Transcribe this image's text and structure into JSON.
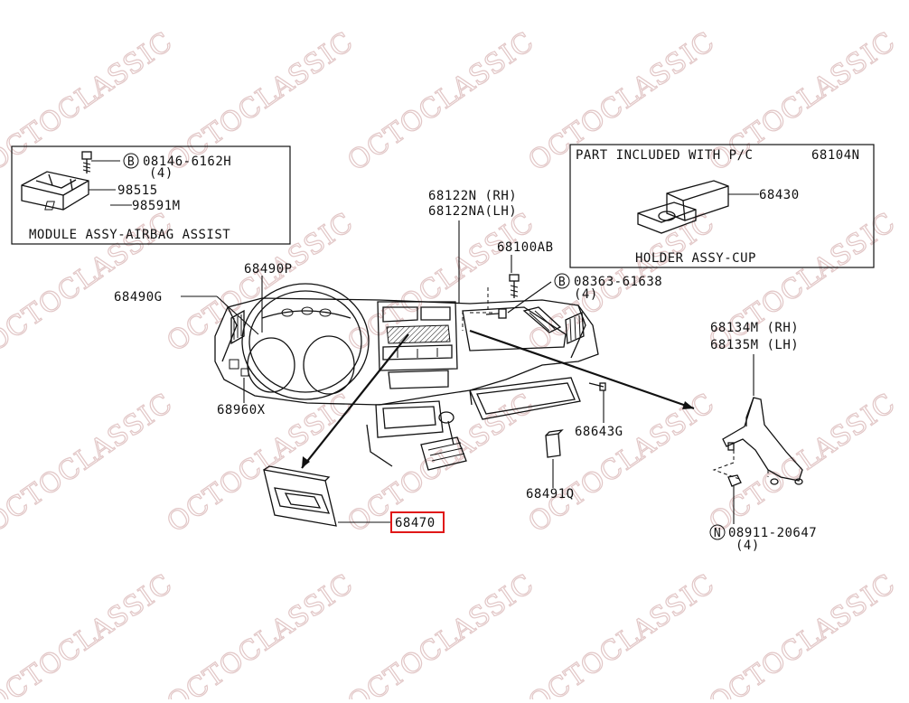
{
  "watermark": "OCTOCLASSIC",
  "colors": {
    "highlight": "#e01818",
    "watermark": "#e2c7c7",
    "ink": "#111111"
  },
  "inset_left": {
    "title": "MODULE ASSY-AIRBAG ASSIST",
    "bolt_circle": "B",
    "bolt_part": "08146-6162H",
    "bolt_qty": "(4)",
    "part_1": "98515",
    "part_2": "98591M"
  },
  "inset_right": {
    "header_left": "PART INCLUDED WITH P/C",
    "header_right": "68104N",
    "part": "68430",
    "title": "HOLDER ASSY-CUP"
  },
  "labels": {
    "p68490P": "68490P",
    "p68490G": "68490G",
    "p68960X": "68960X",
    "p68122N": "68122N (RH)",
    "p68122NA": "68122NA(LH)",
    "p68100AB": "68100AB",
    "screw_circle": "B",
    "screw_part": "08363-61638",
    "screw_qty": "(4)",
    "p68134M": "68134M (RH)",
    "p68135M": "68135M (LH)",
    "p68643G": "68643G",
    "p68491Q": "68491Q",
    "p68470": "68470",
    "nut_circle": "N",
    "nut_part": "08911-20647",
    "nut_qty": "(4)"
  }
}
